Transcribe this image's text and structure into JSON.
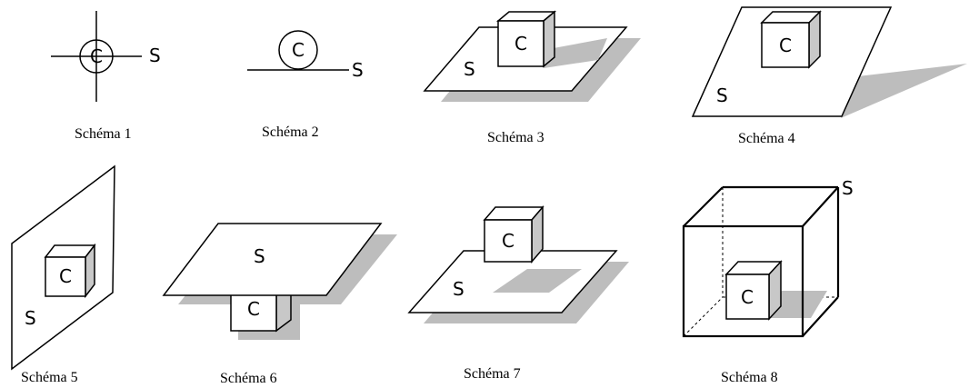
{
  "labels": {
    "c": "C",
    "s": "S"
  },
  "captions": [
    "Schéma 1",
    "Schéma 2",
    "Schéma 3",
    "Schéma 4",
    "Schéma 5",
    "Schéma 6",
    "Schéma 7",
    "Schéma 8"
  ],
  "colors": {
    "shadow": "#bdbdbd",
    "cube_side": "#c8c8c8",
    "line": "#000000"
  }
}
